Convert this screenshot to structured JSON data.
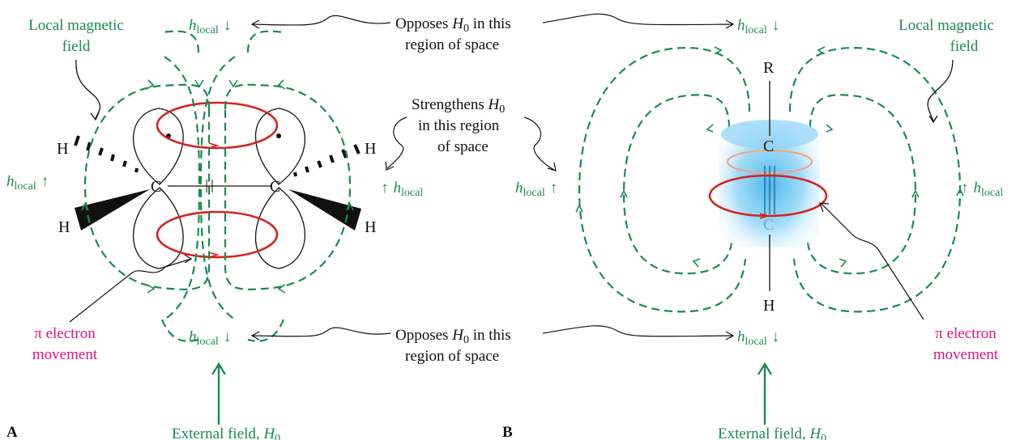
{
  "colors": {
    "field_line": "#1a8a4f",
    "current_loop": "#d62020",
    "pi_label": "#e0147d",
    "text": "#111111",
    "cloud": "#35b3f0"
  },
  "panel_a": {
    "letter": "A",
    "local_field_label": [
      "Local magnetic",
      "field"
    ],
    "atoms": {
      "c_left": "C",
      "c_right": "C",
      "h": "H"
    },
    "pi_label": [
      "π electron",
      "movement"
    ],
    "external_label": "External field, H",
    "external_sub": "0"
  },
  "panel_b": {
    "letter": "B",
    "local_field_label": [
      "Local magnetic",
      "field"
    ],
    "atoms": {
      "r": "R",
      "c_top": "C",
      "c_bottom": "C",
      "h": "H"
    },
    "pi_label": [
      "π electron",
      "movement"
    ],
    "external_label": "External field, H",
    "external_sub": "0"
  },
  "h_local": {
    "base": "h",
    "sub": "local",
    "up": "↑",
    "down": "↓"
  },
  "callouts": {
    "opposes_line1_a": "Opposes ",
    "opposes_line1_h": "H",
    "opposes_line1_sub": "0",
    "opposes_line1_b": " in this",
    "opposes_line2": "region of space",
    "strengthens_line1": "Strengthens ",
    "strengthens_h": "H",
    "strengthens_sub": "0",
    "strengthens_line2": "in this region",
    "strengthens_line3": "of space"
  }
}
